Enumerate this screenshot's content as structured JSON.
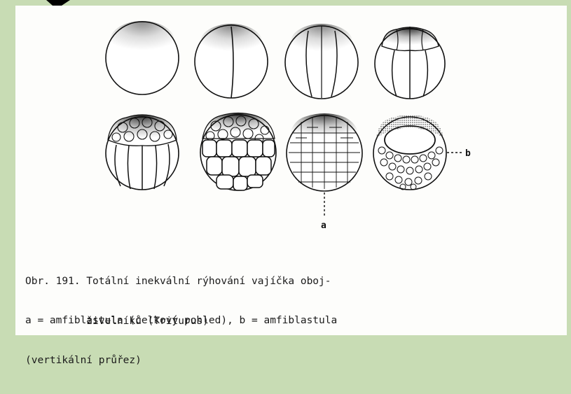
{
  "figure": {
    "label_a": "a",
    "label_b": "b",
    "stages": [
      "stage-1-uncleaved-egg",
      "stage-2-two-cell",
      "stage-3-four-cell",
      "stage-4-eight-cell",
      "stage-5-morula",
      "stage-6-cleavage-cross-section",
      "stage-7-amfiblastula-whole",
      "stage-8-amfiblastula-section"
    ]
  },
  "caption": {
    "line1": "Obr. 191. Totální inekvální rýhování vajíčka obojživelníků (Triturus)",
    "line1_a": "Obr. 191. Totální inekvální rýhování vajíčka oboj-",
    "line1_b": "          živelníků (Triturus)",
    "line2_a": "a = amfiblastula (celkový pohled), b = amfiblastula",
    "line2_b": "(vertikální průřez)"
  },
  "colors": {
    "background": "#c8dcb4",
    "paper": "#fdfdfb",
    "ink": "#1b1b1b"
  }
}
